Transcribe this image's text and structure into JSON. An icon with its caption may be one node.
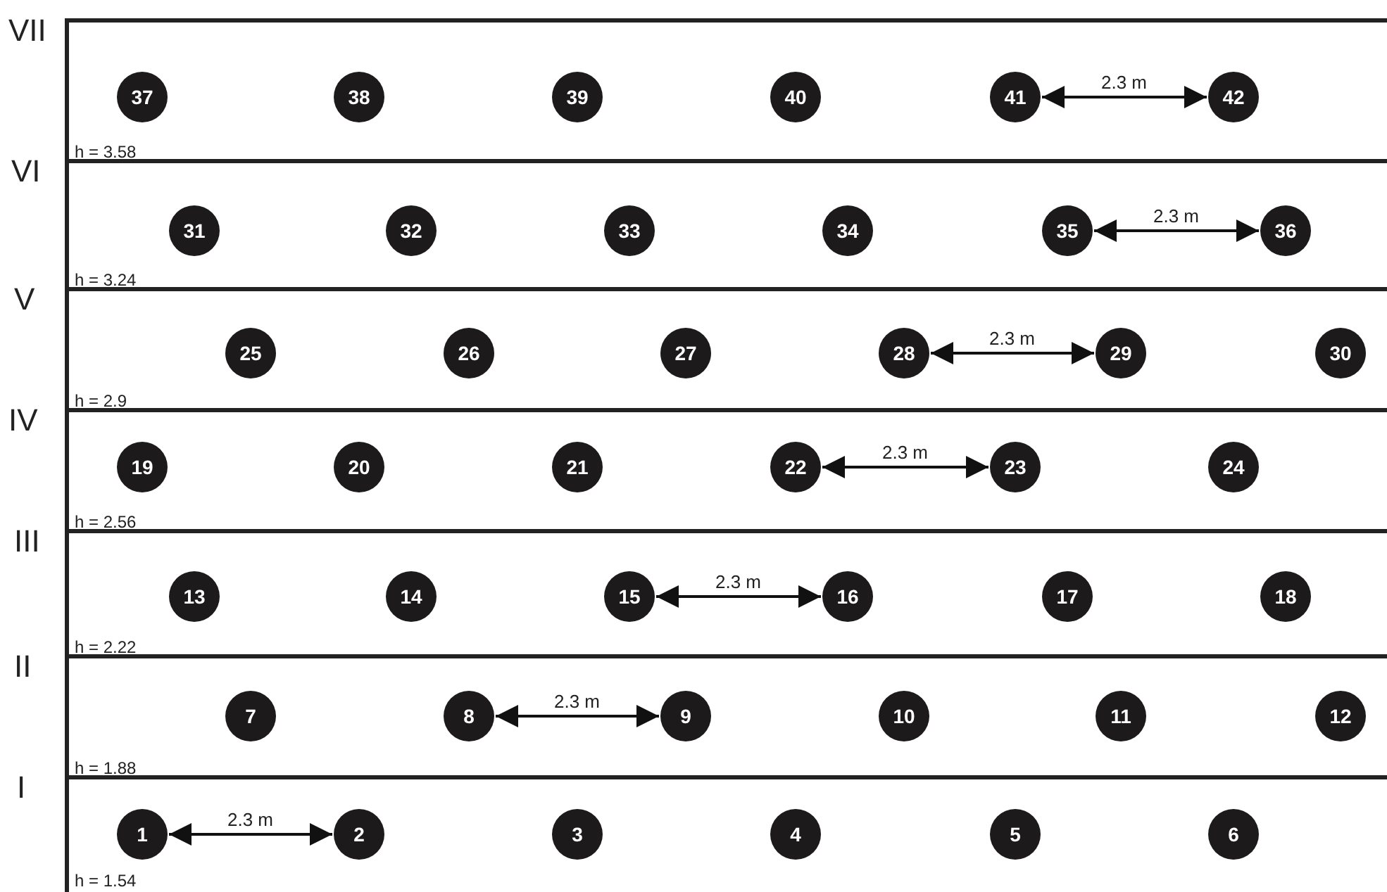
{
  "diagram": {
    "nodes": [
      {
        "text": [
          "VII",
          "h = 3.58"
        ]
      },
      {
        "text": [
          "37"
        ],
        "in": 0
      },
      {
        "text": [
          "38"
        ],
        "in": 0
      },
      {
        "text": [
          "39"
        ],
        "in": 0
      },
      {
        "text": [
          "40"
        ],
        "in": 0
      },
      {
        "text": [
          "41"
        ],
        "in": 0
      },
      {
        "text": [
          "42"
        ],
        "in": 0
      },
      {
        "text": [
          "VI",
          "h = 3.24"
        ]
      },
      {
        "text": [
          "31"
        ],
        "in": 7
      },
      {
        "text": [
          "32"
        ],
        "in": 7
      },
      {
        "text": [
          "33"
        ],
        "in": 7
      },
      {
        "text": [
          "34"
        ],
        "in": 7
      },
      {
        "text": [
          "35"
        ],
        "in": 7
      },
      {
        "text": [
          "36"
        ],
        "in": 7
      },
      {
        "text": [
          "V",
          "h = 2.9"
        ]
      },
      {
        "text": [
          "25"
        ],
        "in": 14
      },
      {
        "text": [
          "26"
        ],
        "in": 14
      },
      {
        "text": [
          "27"
        ],
        "in": 14
      },
      {
        "text": [
          "28"
        ],
        "in": 14
      },
      {
        "text": [
          "29"
        ],
        "in": 14
      },
      {
        "text": [
          "30"
        ],
        "in": 14
      },
      {
        "text": [
          "IV",
          "h = 2.56"
        ]
      },
      {
        "text": [
          "19"
        ],
        "in": 21
      },
      {
        "text": [
          "20"
        ],
        "in": 21
      },
      {
        "text": [
          "21"
        ],
        "in": 21
      },
      {
        "text": [
          "22"
        ],
        "in": 21
      },
      {
        "text": [
          "23"
        ],
        "in": 21
      },
      {
        "text": [
          "24"
        ],
        "in": 21
      },
      {
        "text": [
          "III",
          "h = 2.22"
        ]
      },
      {
        "text": [
          "13"
        ],
        "in": 28
      },
      {
        "text": [
          "14"
        ],
        "in": 28
      },
      {
        "text": [
          "15"
        ],
        "in": 28
      },
      {
        "text": [
          "16"
        ],
        "in": 28
      },
      {
        "text": [
          "17"
        ],
        "in": 28
      },
      {
        "text": [
          "18"
        ],
        "in": 28
      },
      {
        "text": [
          "II",
          "h = 1.88"
        ]
      },
      {
        "text": [
          "7"
        ],
        "in": 35
      },
      {
        "text": [
          "8"
        ],
        "in": 35
      },
      {
        "text": [
          "9"
        ],
        "in": 35
      },
      {
        "text": [
          "10"
        ],
        "in": 35
      },
      {
        "text": [
          "11"
        ],
        "in": 35
      },
      {
        "text": [
          "12"
        ],
        "in": 35
      },
      {
        "text": [
          "I",
          "h = 1.54"
        ]
      },
      {
        "text": [
          "1"
        ],
        "in": 42
      },
      {
        "text": [
          "2"
        ],
        "in": 42
      },
      {
        "text": [
          "3"
        ],
        "in": 42
      },
      {
        "text": [
          "4"
        ],
        "in": 42
      },
      {
        "text": [
          "5"
        ],
        "in": 42
      },
      {
        "text": [
          "6"
        ],
        "in": 42
      }
    ],
    "edges": [
      {
        "from": 5,
        "to": 6,
        "arrow": "both",
        "label": "2.3 m"
      },
      {
        "from": 12,
        "to": 13,
        "arrow": "both",
        "label": "2.3 m"
      },
      {
        "from": 18,
        "to": 19,
        "arrow": "both",
        "label": "2.3 m"
      },
      {
        "from": 25,
        "to": 26,
        "arrow": "both",
        "label": "2.3 m"
      },
      {
        "from": 31,
        "to": 32,
        "arrow": "both",
        "label": "2.3 m"
      },
      {
        "from": 37,
        "to": 38,
        "arrow": "both",
        "label": "2.3 m"
      },
      {
        "from": 43,
        "to": 44,
        "arrow": "both",
        "label": "2.3 m"
      }
    ]
  }
}
